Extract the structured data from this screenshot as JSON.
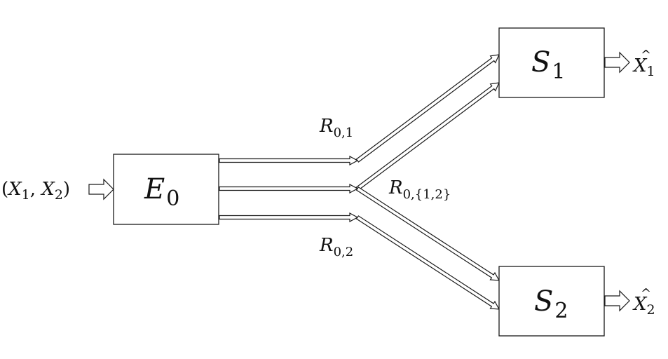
{
  "diagram": {
    "input": {
      "open": "(",
      "x1": "X",
      "s1": "1",
      "sep": ", ",
      "x2": "X",
      "s2": "2",
      "close": ")"
    },
    "encoder": {
      "main": "E",
      "sub": "0"
    },
    "decoder1": {
      "main": "S",
      "sub": "1"
    },
    "decoder2": {
      "main": "S",
      "sub": "2"
    },
    "output1": {
      "hat": "^",
      "main": "X",
      "sub": "1"
    },
    "output2": {
      "hat": "^",
      "main": "X",
      "sub": "2"
    },
    "rate_private_1": {
      "main": "R",
      "sub": "0,1"
    },
    "rate_common": {
      "main": "R",
      "sub": "0,{1,2}"
    },
    "rate_private_2": {
      "main": "R",
      "sub": "0,2"
    }
  }
}
